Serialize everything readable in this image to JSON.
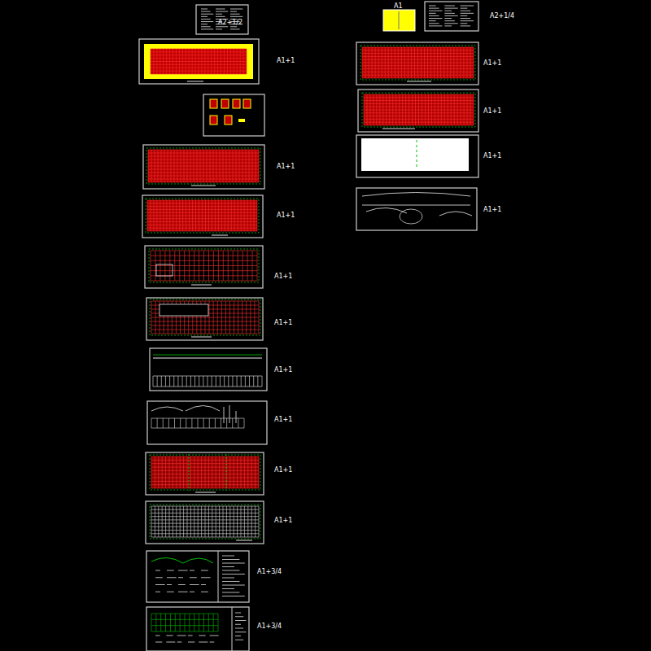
{
  "diagram": {
    "labels": [
      "A2+1/2",
      "A1+1",
      "A1+1",
      "A1+1",
      "A1+1",
      "A1+1",
      "A1+1",
      "A1+1",
      "A1+1",
      "A1+1",
      "A1+3/4",
      "A1+3/4",
      "A1",
      "A2+1/4",
      "A1+1",
      "A1+1",
      "A1+1",
      "A1+1"
    ]
  }
}
